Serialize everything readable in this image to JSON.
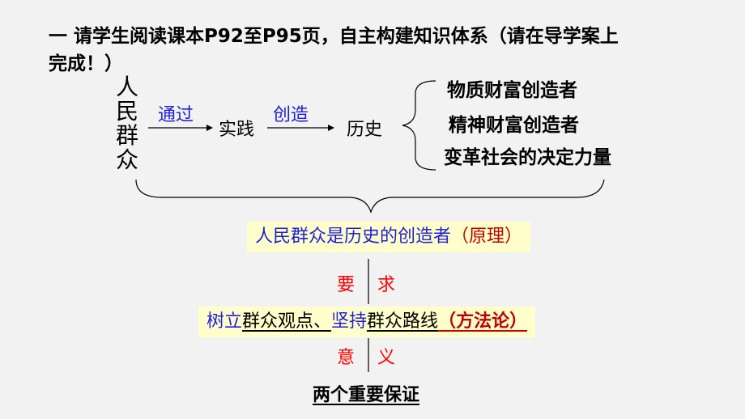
{
  "intro": {
    "line1": "一 请学生阅读课本P92至P95页，自主构建知识体系（请在导学案上",
    "line2": "完成！）"
  },
  "subject": [
    "人",
    "民",
    "群",
    "众"
  ],
  "flow": {
    "via": "通过",
    "practice": "实践",
    "create": "创造",
    "history": "历史"
  },
  "outcomes": [
    "物质财富创造者",
    "精神财富创造者",
    "变革社会的决定力量"
  ],
  "principle": {
    "text": "人民群众是历史的创造者",
    "tag": "（原理）"
  },
  "require": [
    "要",
    "求"
  ],
  "method": {
    "prefix": "树立",
    "part1": "群众观点、",
    "mid": "坚持",
    "part2": "群众路线",
    "tag": "（方法论）"
  },
  "meaning": [
    "意",
    "义"
  ],
  "guarantee": "两个重要保证",
  "colors": {
    "blue": "#1f1fd6",
    "red": "#ff0000",
    "dark_red": "#c00000",
    "highlight": "#ffffcc"
  }
}
